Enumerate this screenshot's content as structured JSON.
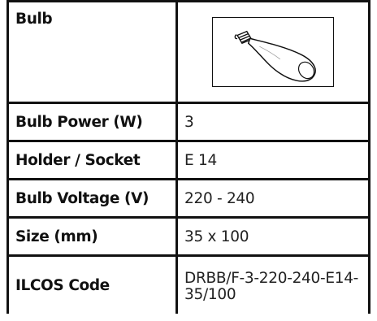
{
  "table": {
    "rows": [
      {
        "label": "Bulb",
        "value": "",
        "icon": "candle-bulb-icon"
      },
      {
        "label": "Bulb Power (W)",
        "value": "3"
      },
      {
        "label": "Holder / Socket",
        "value": "E 14"
      },
      {
        "label": "Bulb Voltage (V)",
        "value": "220 - 240"
      },
      {
        "label": "Size (mm)",
        "value": "35 x 100"
      },
      {
        "label": "ILCOS Code",
        "value": "DRBB/F-3-220-240-E14-35/100"
      }
    ]
  }
}
